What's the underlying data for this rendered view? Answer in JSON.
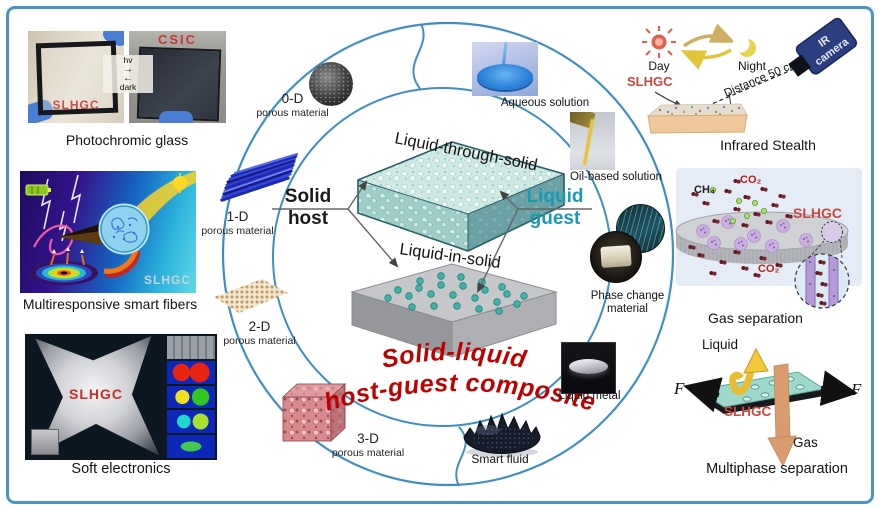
{
  "colors": {
    "frame_border": "#4795c6",
    "curve_blue": "#3f8fc0",
    "title_red": "#bf0000",
    "slhgc_red": "#c84840",
    "liquid_guest_teal": "#1a9ab2"
  },
  "left_panels": {
    "photochromic": {
      "slhgc": "SLHGC",
      "csic": "CSIC",
      "hv": "hv",
      "dark": "dark",
      "arrow_right": "→",
      "arrow_left": "←",
      "caption": "Photochromic glass"
    },
    "smart_fibers": {
      "slhgc": "SLHGC",
      "caption": "Multiresponsive smart fibers"
    },
    "soft_electronics": {
      "slhgc": "SLHGC",
      "caption": "Soft electronics"
    }
  },
  "center": {
    "hosts": [
      {
        "dim": "0-D",
        "label": "porous material"
      },
      {
        "dim": "1-D",
        "label": "porous material"
      },
      {
        "dim": "2-D",
        "label": "porous material"
      },
      {
        "dim": "3-D",
        "label": "porous material"
      }
    ],
    "solid_host_line1": "Solid",
    "solid_host_line2": "host",
    "liquid_guest_line1": "Liquid",
    "liquid_guest_line2": "guest",
    "top_block_label": "Liquid-through-solid",
    "bottom_block_label": "Liquid-in-solid",
    "title_line1": "Solid-liquid",
    "title_line2": "host-guest composite"
  },
  "liquid_guests": {
    "aqueous": {
      "label": "Aqueous solution"
    },
    "oil": {
      "label": "Oil-based solution"
    },
    "phase_change": {
      "line1": "Phase change",
      "line2": "material"
    },
    "liquid_metal": {
      "label": "Liquid metal"
    },
    "smart_fluid": {
      "label": "Smart fluid"
    }
  },
  "right_panels": {
    "infrared": {
      "day": "Day",
      "night": "Night",
      "camera_line1": "IR",
      "camera_line2": "camera",
      "distance": "Distance 50 cm",
      "slhgc": "SLHGC",
      "caption": "Infrared Stealth"
    },
    "gas_separation": {
      "co2_top": "CO₂",
      "ch4": "CH₄",
      "slhgc": "SLHGC",
      "co2_bottom": "CO₂",
      "caption": "Gas separation"
    },
    "multiphase": {
      "liquid": "Liquid",
      "gas": "Gas",
      "force_left": "F",
      "force_right": "F",
      "slhgc": "SLHGC",
      "caption": "Multiphase separation"
    }
  }
}
